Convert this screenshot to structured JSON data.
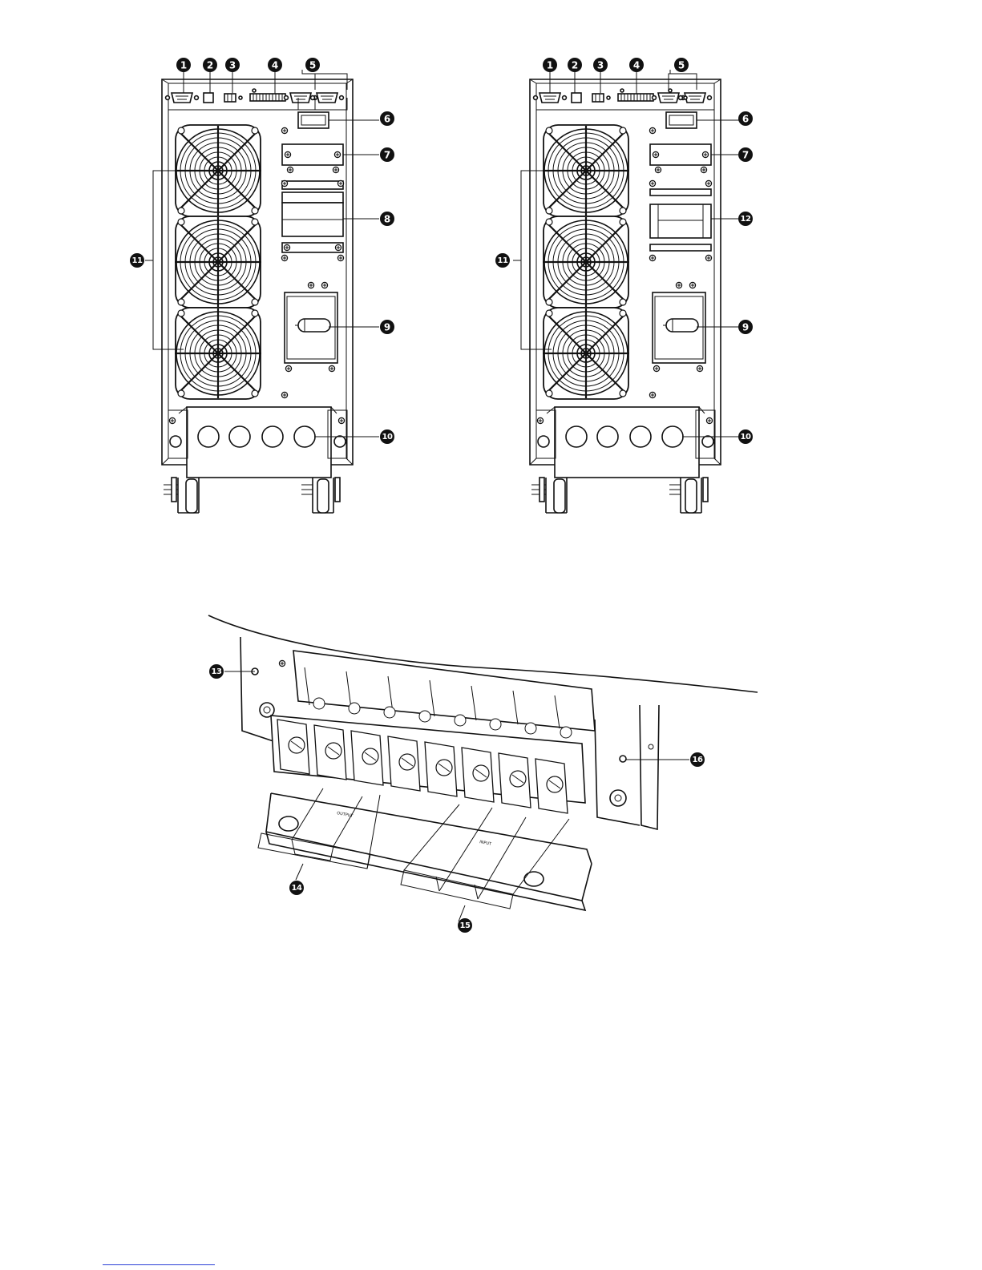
{
  "left_unit": {
    "callouts": [
      "1",
      "2",
      "3",
      "4",
      "5",
      "6",
      "7",
      "8",
      "9",
      "10",
      "11"
    ]
  },
  "right_unit": {
    "callouts": [
      "1",
      "2",
      "3",
      "4",
      "5",
      "6",
      "7",
      "12",
      "9",
      "10",
      "11"
    ]
  },
  "terminal_block": {
    "callouts": [
      "13",
      "14",
      "15",
      "16"
    ],
    "labels": {
      "output": "OUTPUT",
      "input": "INPUT"
    }
  }
}
